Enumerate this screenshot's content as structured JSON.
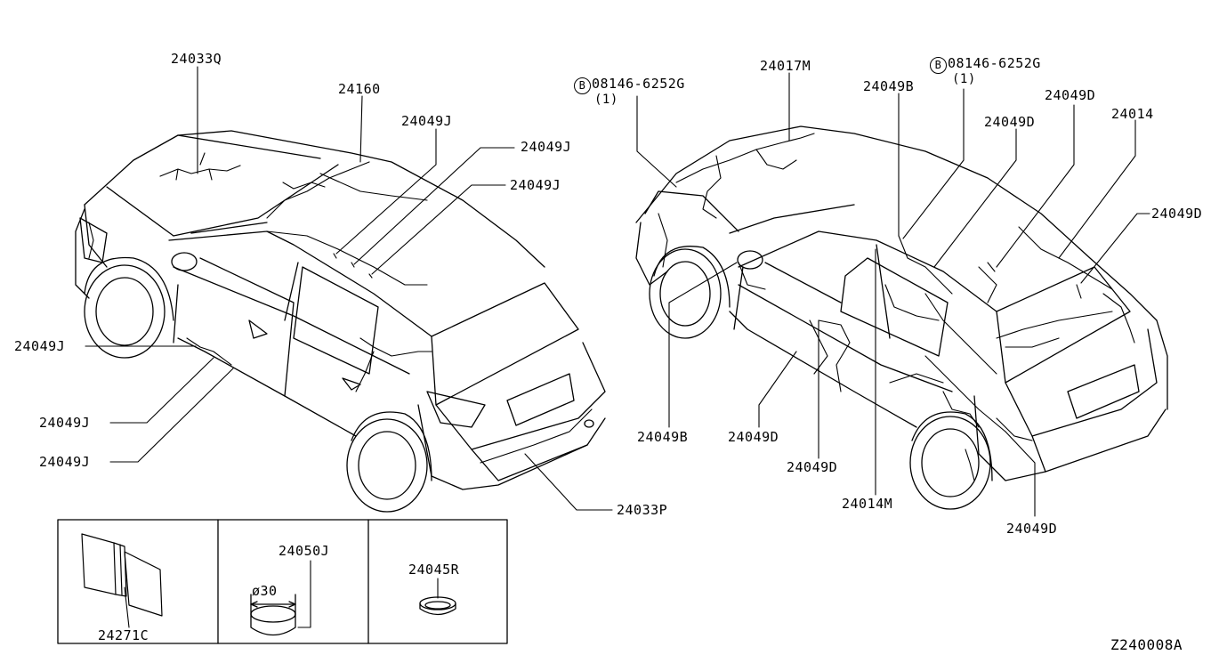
{
  "labels": {
    "p24033Q": "24033Q",
    "p24160": "24160",
    "p24049J_1": "24049J",
    "p24049J_2": "24049J",
    "p24049J_3": "24049J",
    "p24049J_4": "24049J",
    "p24049J_5": "24049J",
    "p24049J_6": "24049J",
    "p24033P": "24033P",
    "p24017M": "24017M",
    "bolt_left_part": "08146-6252G",
    "bolt_left_qty": "(1)",
    "bolt_right_part": "08146-6252G",
    "bolt_right_qty": "(1)",
    "bolt_marker": "B",
    "p24049B_1": "24049B",
    "p24049B_2": "24049B",
    "p24049D_1": "24049D",
    "p24049D_2": "24049D",
    "p24049D_3": "24049D",
    "p24049D_4": "24049D",
    "p24049D_5": "24049D",
    "p24049D_6": "24049D",
    "p24014": "24014",
    "p24014M": "24014M",
    "p24271C": "24271C",
    "p24050J": "24050J",
    "dim_30": "ø30",
    "p24045R": "24045R",
    "figure_code": "Z240008A"
  },
  "icons": {
    "bolt_symbol": "circled-letter-icon",
    "tape_part": "tape-icon",
    "plug_part": "plug-disc-icon",
    "grommet_part": "grommet-icon"
  }
}
